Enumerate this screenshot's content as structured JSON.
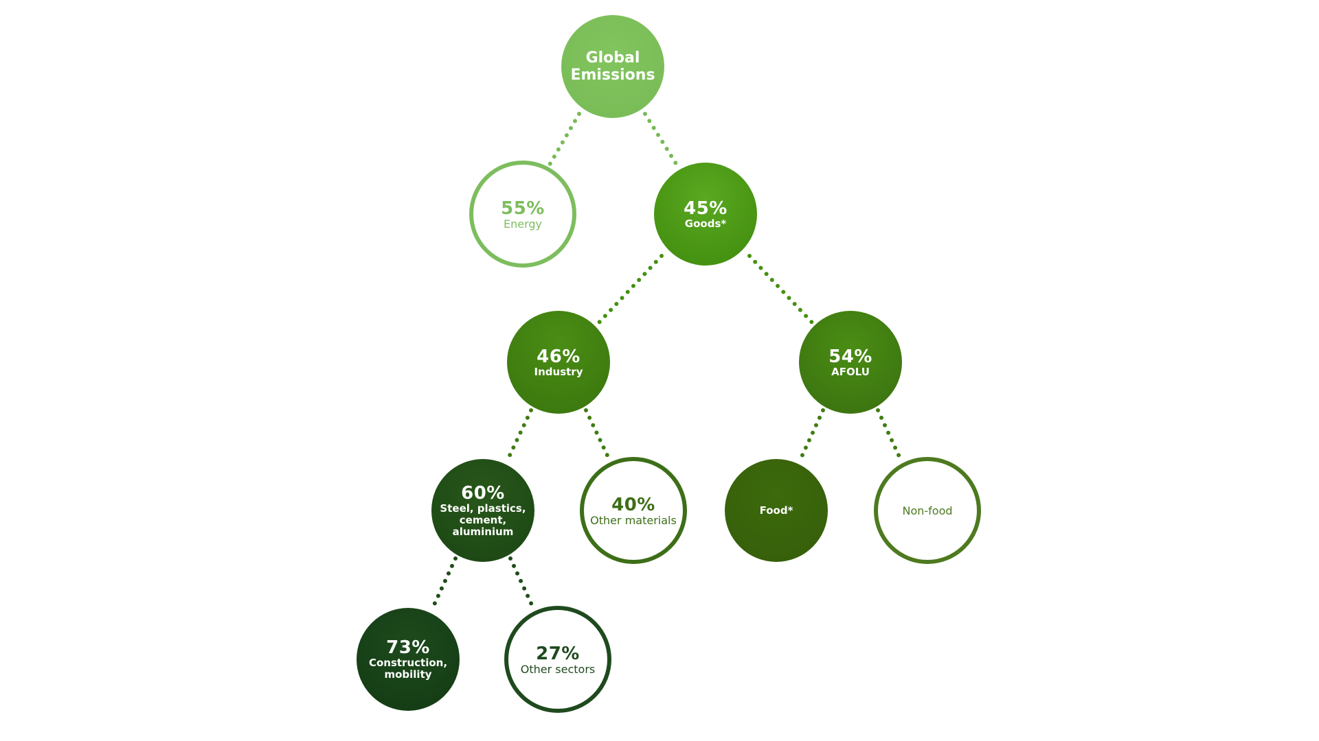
{
  "tree": {
    "root": {
      "label": "Global Emissions"
    },
    "energy": {
      "pct": "55%",
      "label": "Energy"
    },
    "goods": {
      "pct": "45%",
      "label": "Goods*"
    },
    "industry": {
      "pct": "46%",
      "label": "Industry"
    },
    "afolu": {
      "pct": "54%",
      "label": "AFOLU"
    },
    "steel": {
      "pct": "60%",
      "label": "Steel, plastics, cement, aluminium"
    },
    "other_materials": {
      "pct": "40%",
      "label": "Other materials"
    },
    "food": {
      "label": "Food*"
    },
    "nonfood": {
      "label": "Non-food"
    },
    "construction": {
      "pct": "73%",
      "label": "Construction, mobility"
    },
    "other_sectors": {
      "pct": "27%",
      "label": "Other sectors"
    }
  },
  "colors": {
    "level1": "#77ba55",
    "level2": "#45900f",
    "level3": "#3f7d12",
    "level4": "#1f4d18",
    "level5": "#163f16"
  }
}
